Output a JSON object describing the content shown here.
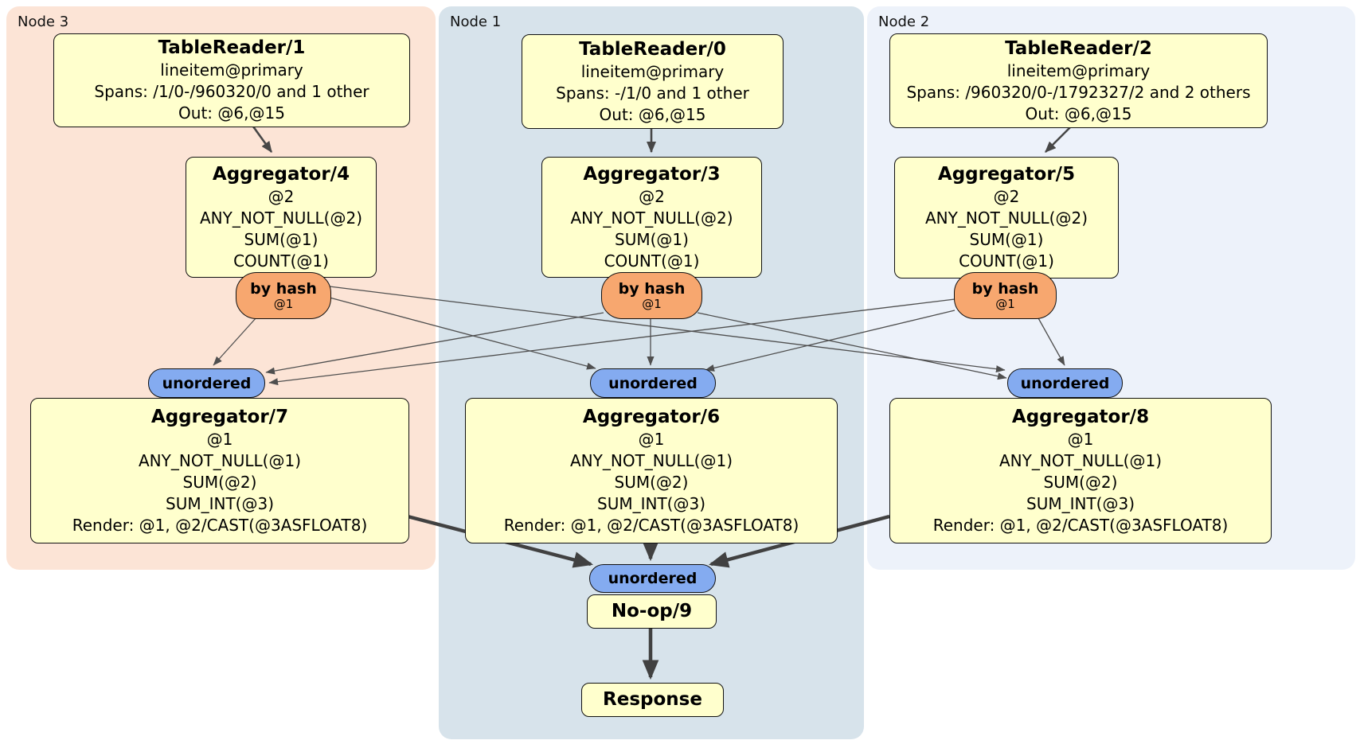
{
  "colors": {
    "node3_bg": "#fce4d6",
    "node1_bg": "#d7e3eb",
    "node2_bg": "#edf2fa",
    "processor_bg": "#ffffcd",
    "router_bg": "#f7a76f",
    "synchronizer_bg": "#84abf0",
    "edge": "#474747"
  },
  "regions": {
    "node3": {
      "label": "Node 3"
    },
    "node1": {
      "label": "Node 1"
    },
    "node2": {
      "label": "Node 2"
    }
  },
  "processors": {
    "tablereader1": {
      "title": "TableReader/1",
      "lines": [
        "lineitem@primary",
        "Spans: /1/0-/960320/0 and 1 other",
        "Out: @6,@15"
      ]
    },
    "tablereader0": {
      "title": "TableReader/0",
      "lines": [
        "lineitem@primary",
        "Spans: -/1/0 and 1 other",
        "Out: @6,@15"
      ]
    },
    "tablereader2": {
      "title": "TableReader/2",
      "lines": [
        "lineitem@primary",
        "Spans: /960320/0-/1792327/2 and 2 others",
        "Out: @6,@15"
      ]
    },
    "aggregator4": {
      "title": "Aggregator/4",
      "lines": [
        "@2",
        "ANY_NOT_NULL(@2)",
        "SUM(@1)",
        "COUNT(@1)"
      ]
    },
    "aggregator3": {
      "title": "Aggregator/3",
      "lines": [
        "@2",
        "ANY_NOT_NULL(@2)",
        "SUM(@1)",
        "COUNT(@1)"
      ]
    },
    "aggregator5": {
      "title": "Aggregator/5",
      "lines": [
        "@2",
        "ANY_NOT_NULL(@2)",
        "SUM(@1)",
        "COUNT(@1)"
      ]
    },
    "aggregator7": {
      "title": "Aggregator/7",
      "lines": [
        "@1",
        "ANY_NOT_NULL(@1)",
        "SUM(@2)",
        "SUM_INT(@3)",
        "Render: @1, @2/CAST(@3ASFLOAT8)"
      ]
    },
    "aggregator6": {
      "title": "Aggregator/6",
      "lines": [
        "@1",
        "ANY_NOT_NULL(@1)",
        "SUM(@2)",
        "SUM_INT(@3)",
        "Render: @1, @2/CAST(@3ASFLOAT8)"
      ]
    },
    "aggregator8": {
      "title": "Aggregator/8",
      "lines": [
        "@1",
        "ANY_NOT_NULL(@1)",
        "SUM(@2)",
        "SUM_INT(@3)",
        "Render: @1, @2/CAST(@3ASFLOAT8)"
      ]
    },
    "noop9": {
      "title": "No-op/9"
    },
    "response": {
      "title": "Response"
    }
  },
  "routers": {
    "byhash4": {
      "label": "by hash",
      "detail": "@1"
    },
    "byhash3": {
      "label": "by hash",
      "detail": "@1"
    },
    "byhash5": {
      "label": "by hash",
      "detail": "@1"
    }
  },
  "synchronizers": {
    "unordered_node3": {
      "label": "unordered"
    },
    "unordered_node1": {
      "label": "unordered"
    },
    "unordered_node2": {
      "label": "unordered"
    },
    "unordered_final": {
      "label": "unordered"
    }
  }
}
